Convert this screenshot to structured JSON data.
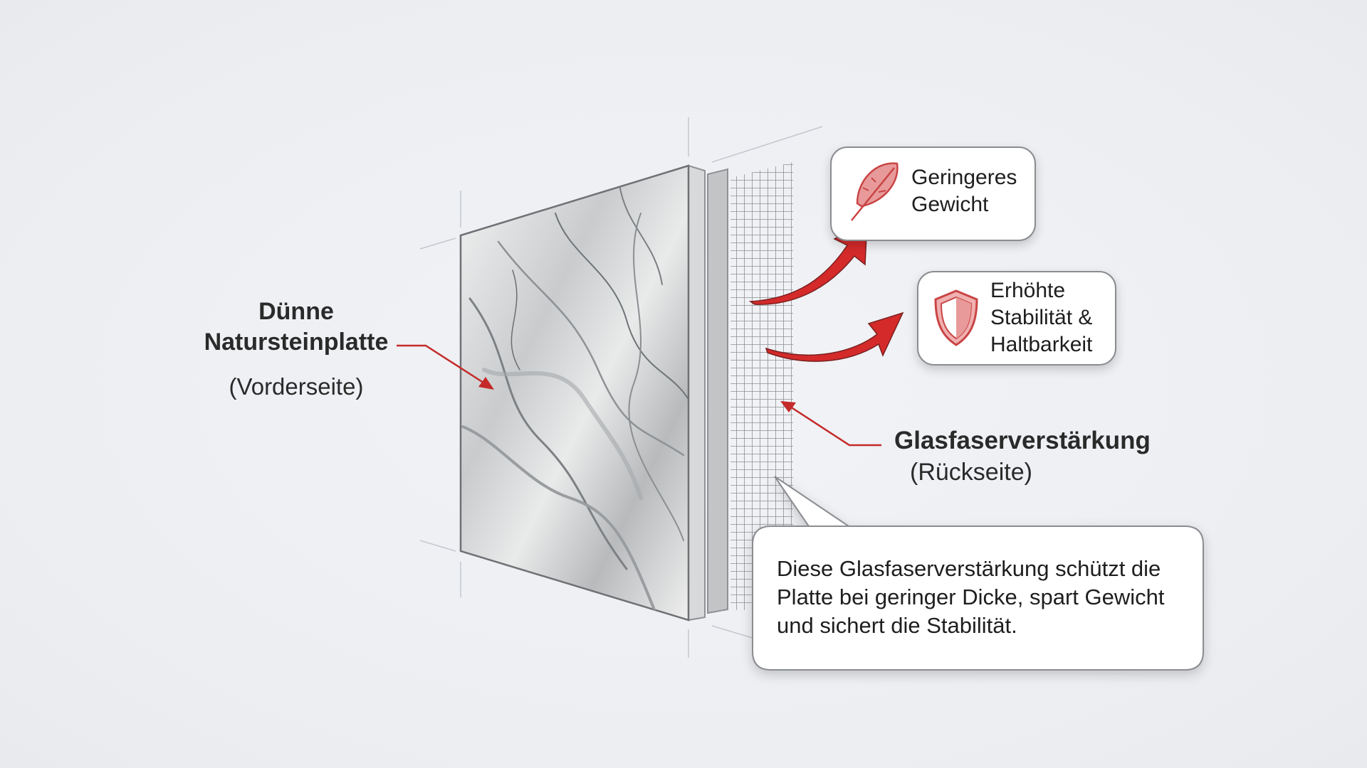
{
  "left_label": {
    "title_line1": "Dünne",
    "title_line2": "Natursteinplatte",
    "subtitle": "(Vorderseite)"
  },
  "benefits": [
    {
      "icon": "feather-icon",
      "line1": "Geringeres",
      "line2": "Gewicht"
    },
    {
      "icon": "shield-icon",
      "line1": "Erhöhte",
      "line2": "Stabilität &",
      "line3": "Haltbarkeit"
    }
  ],
  "right_label": {
    "title": "Glasfaserverstärkung",
    "subtitle": "(Rückseite)"
  },
  "callout": {
    "text": "Diese Glasfaserverstärkung schützt die Platte bei geringer Dicke, spart Gewicht und sichert die Stabilität."
  },
  "colors": {
    "accent": "#d42a2a",
    "icon_fill": "#e89a9a",
    "border": "#8a8c90",
    "background": "#eef0f3"
  }
}
